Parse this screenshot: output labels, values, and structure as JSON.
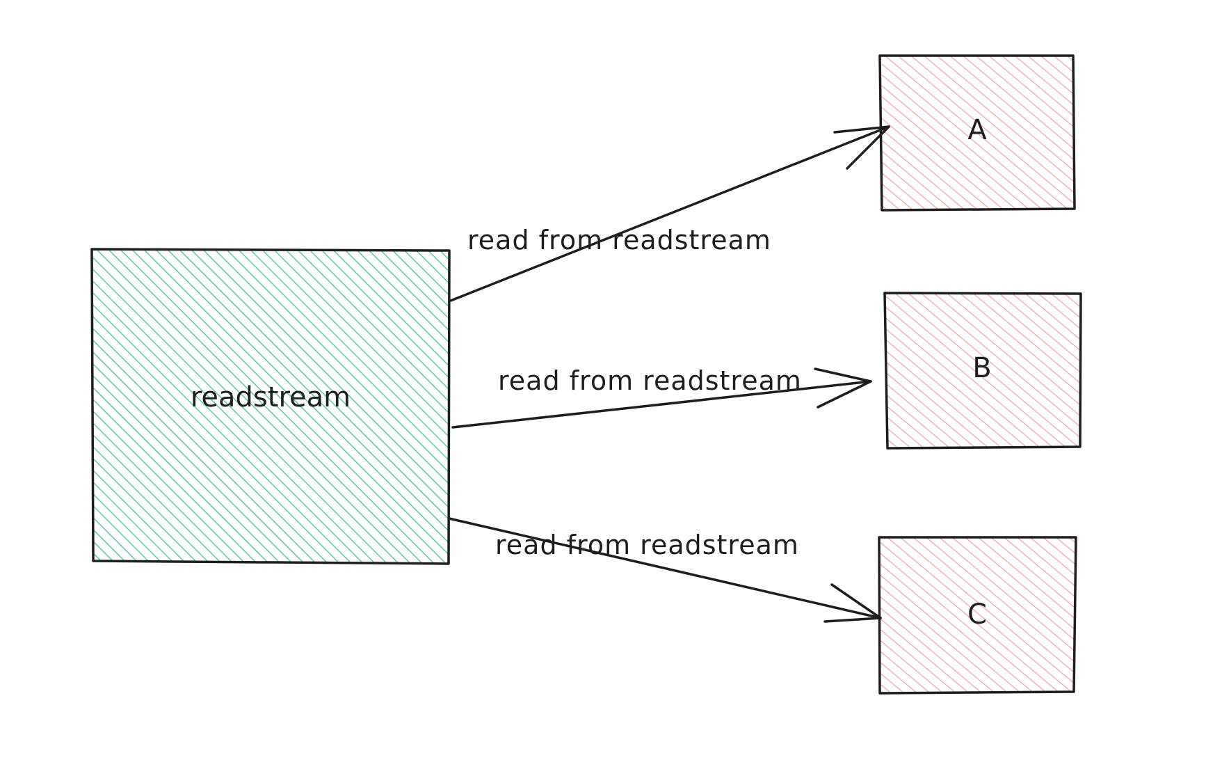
{
  "diagram": {
    "source": {
      "label": "readstream",
      "color": "#2fb58a"
    },
    "targets": [
      {
        "label": "A",
        "color": "#f08080"
      },
      {
        "label": "B",
        "color": "#f08080"
      },
      {
        "label": "C",
        "color": "#f08080"
      }
    ],
    "edges": [
      {
        "from": "readstream",
        "to": "A",
        "label": "read from readstream"
      },
      {
        "from": "readstream",
        "to": "B",
        "label": "read from readstream"
      },
      {
        "from": "readstream",
        "to": "C",
        "label": "read from readstream"
      }
    ]
  }
}
